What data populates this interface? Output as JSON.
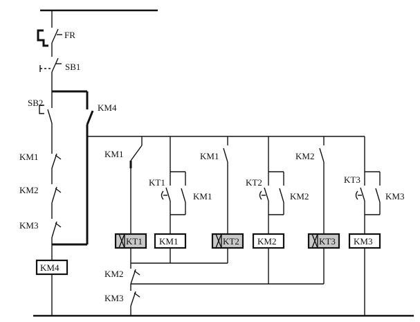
{
  "labels": {
    "fr": "FR",
    "sb1": "SB1",
    "sb2": "SB2",
    "km4_contact": "KM4",
    "km1_left": "KM1",
    "km2_left": "KM2",
    "km3_left": "KM3",
    "km1_b1": "KM1",
    "kt1_contact": "KT1",
    "km1_self": "KM1",
    "km1_b2": "KM1",
    "kt2_contact": "KT2",
    "km2_self": "KM2",
    "km2_b3": "KM2",
    "kt3_contact": "KT3",
    "km3_self": "KM3",
    "km2_bottom": "KM2",
    "km3_bottom": "KM3"
  },
  "coils": {
    "km4": "KM4",
    "kt1": "KT1",
    "km1": "KM1",
    "kt2": "KT2",
    "km2": "KM2",
    "kt3": "KT3",
    "km3": "KM3"
  },
  "colors": {
    "line": "#111111",
    "timer_fill": "#c8c8c8",
    "background": "#ffffff"
  }
}
